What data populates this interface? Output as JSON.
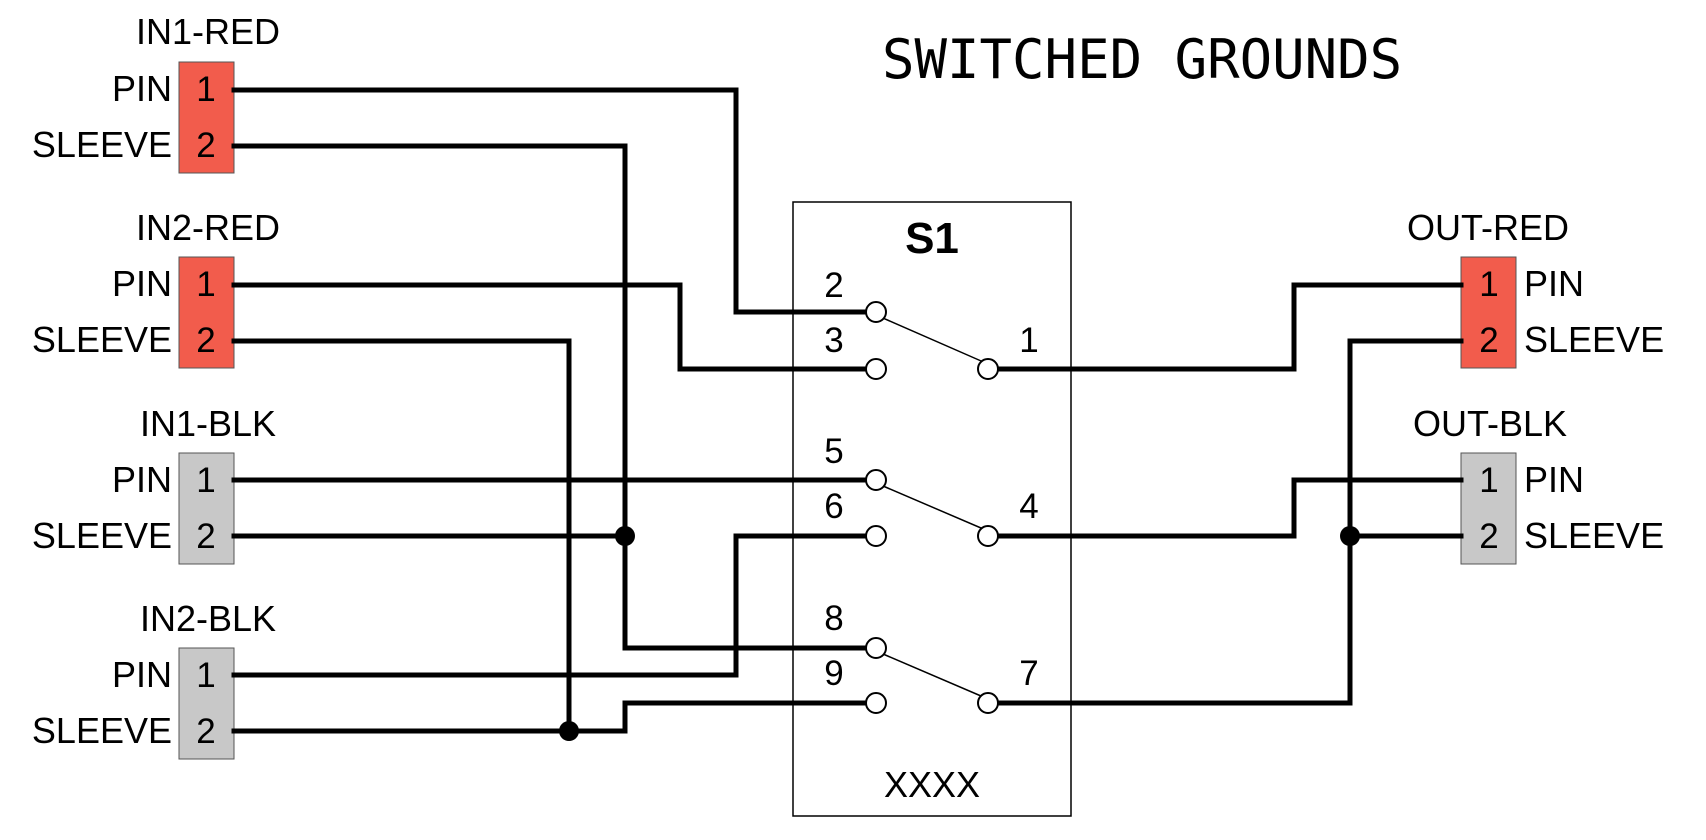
{
  "title": "SWITCHED GROUNDS",
  "colors": {
    "red": "#f25c4c",
    "gray": "#c8c8c8",
    "wire": "#000000"
  },
  "connectors": {
    "in1_red": {
      "name": "IN1-RED",
      "pin_label": "PIN",
      "sleeve_label": "SLEEVE",
      "pin_num": "1",
      "sleeve_num": "2"
    },
    "in2_red": {
      "name": "IN2-RED",
      "pin_label": "PIN",
      "sleeve_label": "SLEEVE",
      "pin_num": "1",
      "sleeve_num": "2"
    },
    "in1_blk": {
      "name": "IN1-BLK",
      "pin_label": "PIN",
      "sleeve_label": "SLEEVE",
      "pin_num": "1",
      "sleeve_num": "2"
    },
    "in2_blk": {
      "name": "IN2-BLK",
      "pin_label": "PIN",
      "sleeve_label": "SLEEVE",
      "pin_num": "1",
      "sleeve_num": "2"
    },
    "out_red": {
      "name": "OUT-RED",
      "pin_label": "PIN",
      "sleeve_label": "SLEEVE",
      "pin_num": "1",
      "sleeve_num": "2"
    },
    "out_blk": {
      "name": "OUT-BLK",
      "pin_label": "PIN",
      "sleeve_label": "SLEEVE",
      "pin_num": "1",
      "sleeve_num": "2"
    }
  },
  "switch": {
    "name": "S1",
    "part": "XXXX",
    "pins": {
      "p1": "1",
      "p2": "2",
      "p3": "3",
      "p4": "4",
      "p5": "5",
      "p6": "6",
      "p7": "7",
      "p8": "8",
      "p9": "9"
    }
  }
}
